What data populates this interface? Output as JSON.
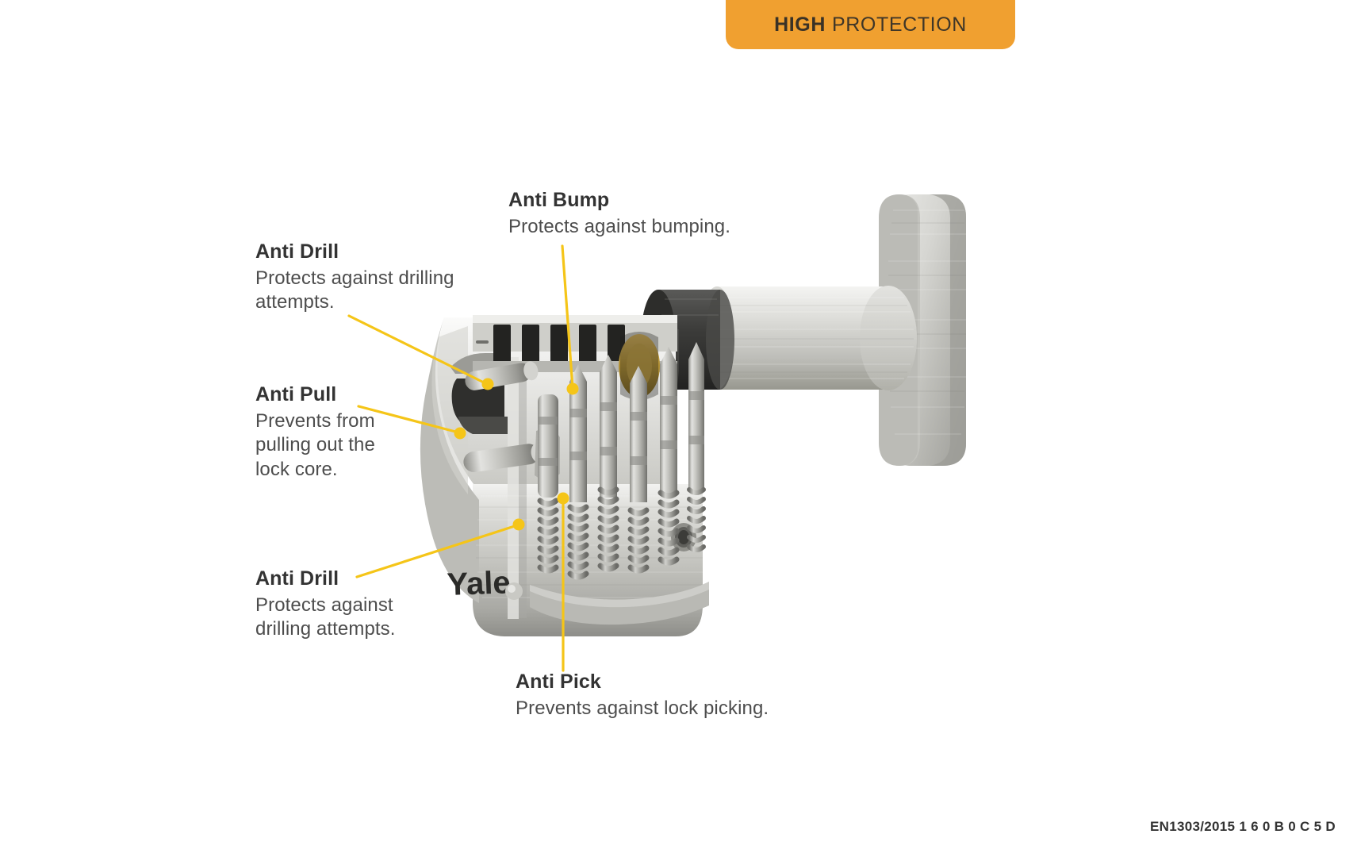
{
  "banner": {
    "strong": "HIGH",
    "light": "PROTECTION",
    "bg_color": "#f0a030",
    "text_color": "#3a3226"
  },
  "callouts": [
    {
      "key": "anti-drill-top",
      "title": "Anti Drill",
      "desc": "Protects against drilling attempts."
    },
    {
      "key": "anti-pull",
      "title": "Anti Pull",
      "desc": "Prevents from pulling out the lock core."
    },
    {
      "key": "anti-drill-bottom",
      "title": "Anti Drill",
      "desc": "Protects against drilling attempts."
    },
    {
      "key": "anti-bump",
      "title": "Anti Bump",
      "desc": "Protects against bumping."
    },
    {
      "key": "anti-pick",
      "title": "Anti Pick",
      "desc": "Prevents against lock picking."
    }
  ],
  "footer": {
    "standard_code": "EN1303/2015 1 6 0 B 0 C 5 D"
  },
  "product": {
    "brand_mark": "Yale",
    "type": "euro-profile-thumbturn-cylinder-cutaway",
    "finish": "brushed-nickel"
  },
  "colors": {
    "accent_yellow": "#f5c518",
    "heading": "#333333",
    "body_text": "#4d4d4d",
    "background": "#ffffff",
    "metal_light": "#e8e8e6",
    "metal_mid": "#b9b9b5",
    "metal_dark": "#8a8a86",
    "dark_plastic": "#3a3a3a"
  }
}
